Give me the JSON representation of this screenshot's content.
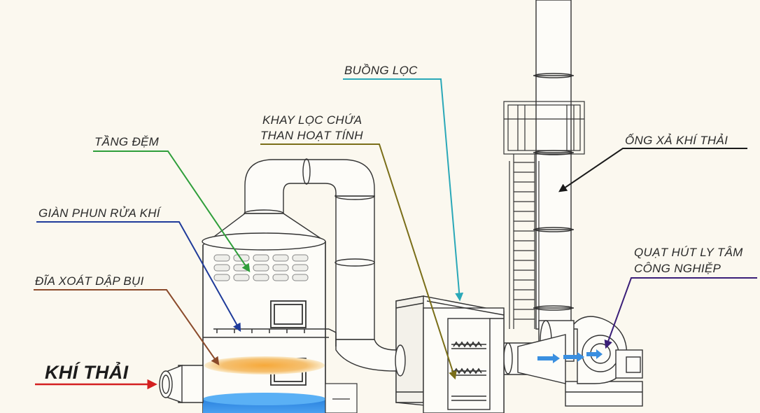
{
  "labels": {
    "buong_loc": "BUỒNG LỌC",
    "khay_loc_1": "KHAY LỌC CHỨA",
    "khay_loc_2": "THAN HOẠT TÍNH",
    "tang_dem": "TẦNG ĐỆM",
    "ong_xa": "ỐNG XẢ KHÍ THẢI",
    "gian_phun": "GIÀN PHUN RỬA KHÍ",
    "quat_hut_1": "QUẠT HÚT LY TÂM",
    "quat_hut_2": "CÔNG NGHIỆP",
    "dia_xoat": "ĐĨA XOÁT DẬP BỤI",
    "khi_thai": "KHÍ THẢI"
  },
  "colors": {
    "buong_loc": "#2aa8b8",
    "khay_loc": "#7a6e18",
    "tang_dem": "#2e9e3a",
    "ong_xa": "#1a1a1a",
    "gian_phun": "#1f3b9a",
    "quat_hut": "#3a1e78",
    "dia_xoat": "#8a4a2a",
    "khi_thai": "#d42020",
    "water": "#2f86e0",
    "packing": "#f2b24a",
    "airflow": "#3a8fe0"
  }
}
